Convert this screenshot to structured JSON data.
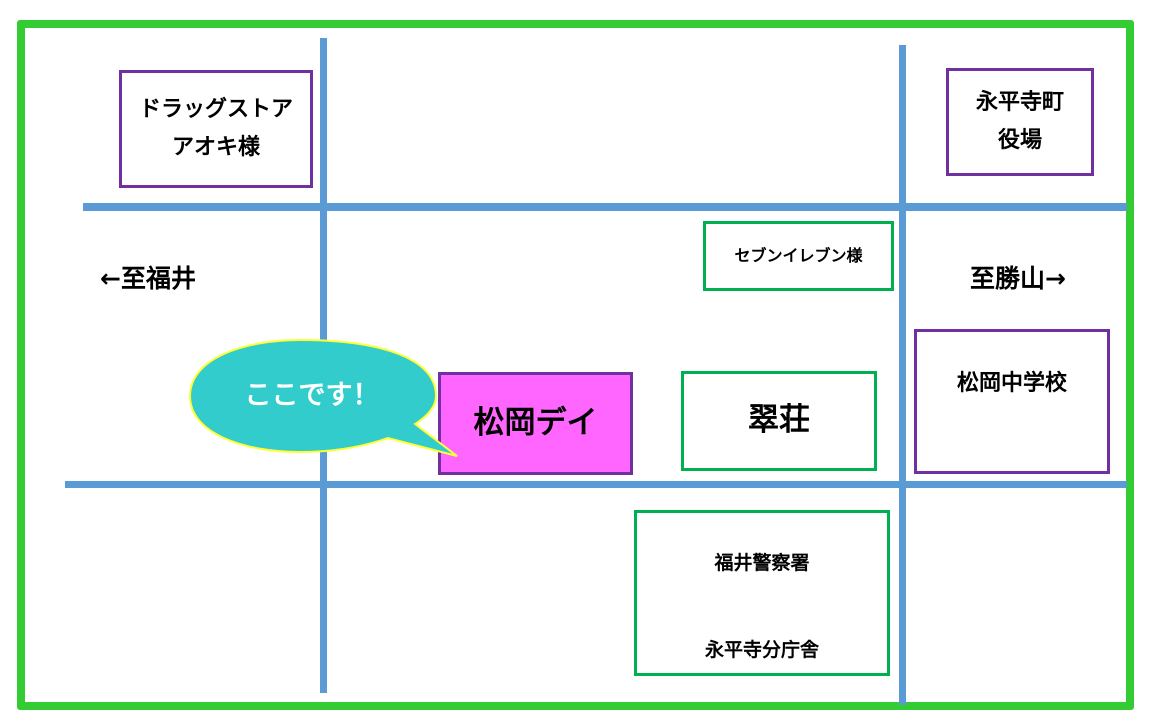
{
  "directions": {
    "west": "←至福井",
    "east": "至勝山→"
  },
  "places": {
    "drugstore": "ドラッグストア\nアオキ様",
    "town_office": "永平寺町\n役場",
    "seven_eleven": "セブンイレブン様",
    "junior_high": "松岡中学校",
    "matsuoka_day": "松岡デイ",
    "suiso": "翠荘",
    "police_name": "福井警察署",
    "police_branch": "永平寺分庁舎"
  },
  "callout": {
    "text": "ここです！"
  },
  "colors": {
    "frame": "#33cc33",
    "road": "#5b9bd5",
    "facility_border": "#7030a0",
    "shop_border": "#00b050",
    "highlight_fill": "#ff66ff",
    "callout_fill": "#33cccc",
    "callout_stroke": "#ffff33"
  }
}
